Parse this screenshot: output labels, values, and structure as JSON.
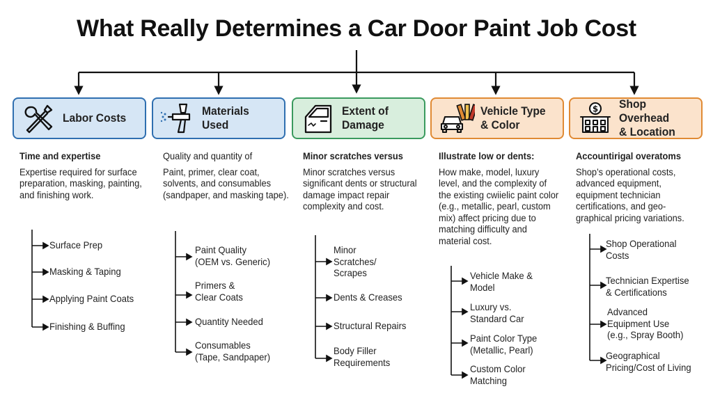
{
  "title": "What Really Determines a Car Door Paint Job Cost",
  "colors": {
    "blue": "#2f6fb0",
    "green": "#3a9a5e",
    "orange": "#e08a34"
  },
  "columns": [
    {
      "label": "Labor Costs",
      "icon": "tools-icon",
      "heading": "Time and expertise",
      "description": "Expertise required for surface preparation, masking, painting, and finishing work.",
      "items": [
        "Surface Prep",
        "Masking & Taping",
        "Applying Paint Coats",
        "Finishing & Buffing"
      ]
    },
    {
      "label": "Materials\nUsed",
      "icon": "spray-gun-icon",
      "heading": "Quality and quantity of",
      "description": "Paint, primer, clear coat, solvents, and consumables (sandpaper, and masking tape).",
      "items": [
        "Paint Quality\n(OEM vs. Generic)",
        "Primers &\nClear Coats",
        "Quantity Needed",
        "Consumables\n(Tape, Sandpaper)"
      ]
    },
    {
      "label": "Extent of\nDamage",
      "icon": "car-door-icon",
      "heading": "Minor scratches versus",
      "description": "Minor scratches versus significant dents or structural damage impact repair complexity and cost.",
      "items": [
        "Minor\nScratches/\nScrapes",
        "Dents & Creases",
        "Structural Repairs",
        "Body Filler\nRequirements"
      ]
    },
    {
      "label": "Vehicle Type\n& Color",
      "icon": "car-palette-icon",
      "heading": "Illustrate low or dents:",
      "description": "How make, model, luxury level, and the complexity of the existing cwiielic paint color (e.g., metallic, pearl, custom mix) affect pricing due to matching difficulty and material cost.",
      "items": [
        "Vehicle Make &\nModel",
        "Luxury vs.\nStandard Car",
        "Paint Color Type\n(Metallic, Pearl)",
        "Custom Color\nMatching"
      ]
    },
    {
      "label": "Shop Overhead\n& Location",
      "icon": "shop-dollar-icon",
      "heading": "Accountirigal overatoms",
      "description": "Shop’s operational costs, advanced equipment, equipment technician certifications, and geo-graphical pricing variations.",
      "items": [
        "Shop Operational\nCosts",
        "Technician Expertise\n& Certifications",
        "Advanced\nEquipment Use\n(e.g., Spray Booth)",
        "Geographical\nPricing/Cost of Living"
      ]
    }
  ]
}
